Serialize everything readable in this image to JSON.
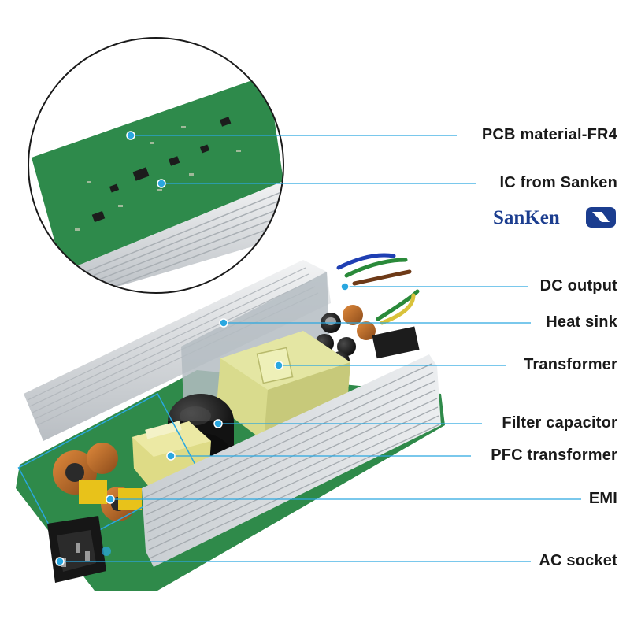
{
  "callouts": [
    {
      "id": "pcb",
      "label": "PCB material-FR4"
    },
    {
      "id": "ic",
      "label": "IC from Sanken"
    },
    {
      "id": "dc",
      "label": "DC output"
    },
    {
      "id": "heatsink",
      "label": "Heat sink"
    },
    {
      "id": "transformer",
      "label": "Transformer"
    },
    {
      "id": "filter",
      "label": "Filter capacitor"
    },
    {
      "id": "pfc",
      "label": "PFC transformer"
    },
    {
      "id": "emi",
      "label": "EMI"
    },
    {
      "id": "ac",
      "label": "AC socket"
    }
  ],
  "logo": {
    "text": "SanKen"
  },
  "colors": {
    "leader_line": "#2aa7e0",
    "label_text": "#1a1a1a",
    "logo_blue": "#1b3d8f",
    "pcb_green": "#2f8a4a",
    "heatsink_silver": "#d9dde0",
    "transformer_yellow": "#d8d98a"
  }
}
